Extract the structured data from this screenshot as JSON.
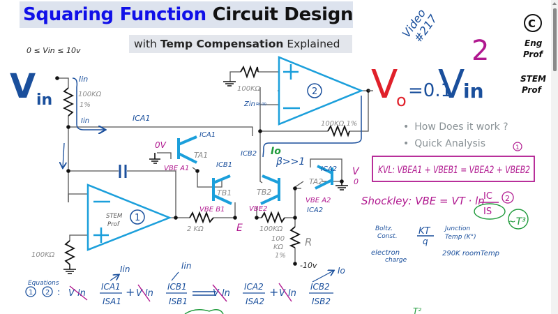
{
  "header": {
    "title_part1": "Squaring Function",
    "title_part2": "Circuit Design",
    "subtitle_pre": "with ",
    "subtitle_bold": "Temp Compensation",
    "subtitle_post": " Explained"
  },
  "annotations": {
    "video_label": "Video",
    "video_number": "#217",
    "copyright_symbol": "©",
    "brand_line1": "Eng",
    "brand_line2": "Prof",
    "brand_line3": "STEM",
    "brand_line4": "Prof",
    "input_range": "0 ≤ Vin ≤ 10v",
    "vin_big": "V",
    "vin_sub": "in"
  },
  "formula": {
    "vo": "V",
    "vo_sub": "o",
    "equals": "=0.1",
    "vin": "V",
    "vin_sub": "in",
    "exponent": "2"
  },
  "bullets": [
    "How Does it work ?",
    "Quick Analysis"
  ],
  "circuit": {
    "r_in": "100KΩ",
    "r_in_tol": "1%",
    "i_in": "Iin",
    "i_in_2": "Iin",
    "ica1": "ICA1",
    "ica1_b": "ICA1",
    "icb1": "ICB1",
    "icb2": "ICB2",
    "ica2": "ICA2",
    "ica2_b": "ICA2",
    "ta1": "TA1",
    "tb1": "TB1",
    "tb2": "TB2",
    "ta2": "TA2",
    "zero_v_left": "0V",
    "zero_v_right": "V 0",
    "vbe_a1": "VBE A1",
    "vbe_b1": "VBE B1",
    "vbe_b2": "VBE2",
    "vbe_a2": "VBE A2",
    "r_2k": "2 KΩ",
    "node_e": "E",
    "r_100k_mid": "100KΩ",
    "r_bottom": "100 KΩ 1%",
    "r_label": "R",
    "neg_supply": "-10v",
    "opamp1_label": "1",
    "opamp1_brand": "STEM Prof",
    "opamp2_label": "2",
    "r_opamp1_plus": "100KΩ",
    "r_opamp2_plus": "100KΩ",
    "r_feedback": "100KΩ 1%",
    "zin": "Zin≈∞",
    "io": "Io",
    "beta": "β>>1"
  },
  "equations": {
    "kvl": "KVL: VBEA1 + VBEB1 = VBEA2 + VBEB2",
    "kvl_marker": "1",
    "shockley": "Shockley:  VBE = VT · ln",
    "shockley_frac_num": "IC",
    "shockley_frac_den": "IS",
    "shockley_marker": "2",
    "t_cubed": "~T³",
    "kt_q": "KT/q",
    "boltz": "Boltz. Const.",
    "junction": "Junction Temp (K°)",
    "electron": "electron charge",
    "room_temp": "290K roomTemp",
    "eq_label": "Equations",
    "eq_refs": "1, 2 :",
    "main_eq": "VT ln ICA1/ISA1 + VT ln ICB1/ISB1 = VT ln ICA2/ISA2 + VT ln ICB2/ISB2",
    "iin_top1": "Iin",
    "iin_top2": "Iin",
    "io_top": "Io",
    "t2": "T²"
  },
  "colors": {
    "title_blue": "#1010e8",
    "opamp_cyan": "#1b9fdb",
    "ink_blue": "#1a4f9c",
    "ink_magenta": "#b0188f",
    "ink_green": "#1e9a3a",
    "ink_red": "#e0202a",
    "wire_gray": "#555555",
    "label_gray": "#8c8c8c"
  }
}
